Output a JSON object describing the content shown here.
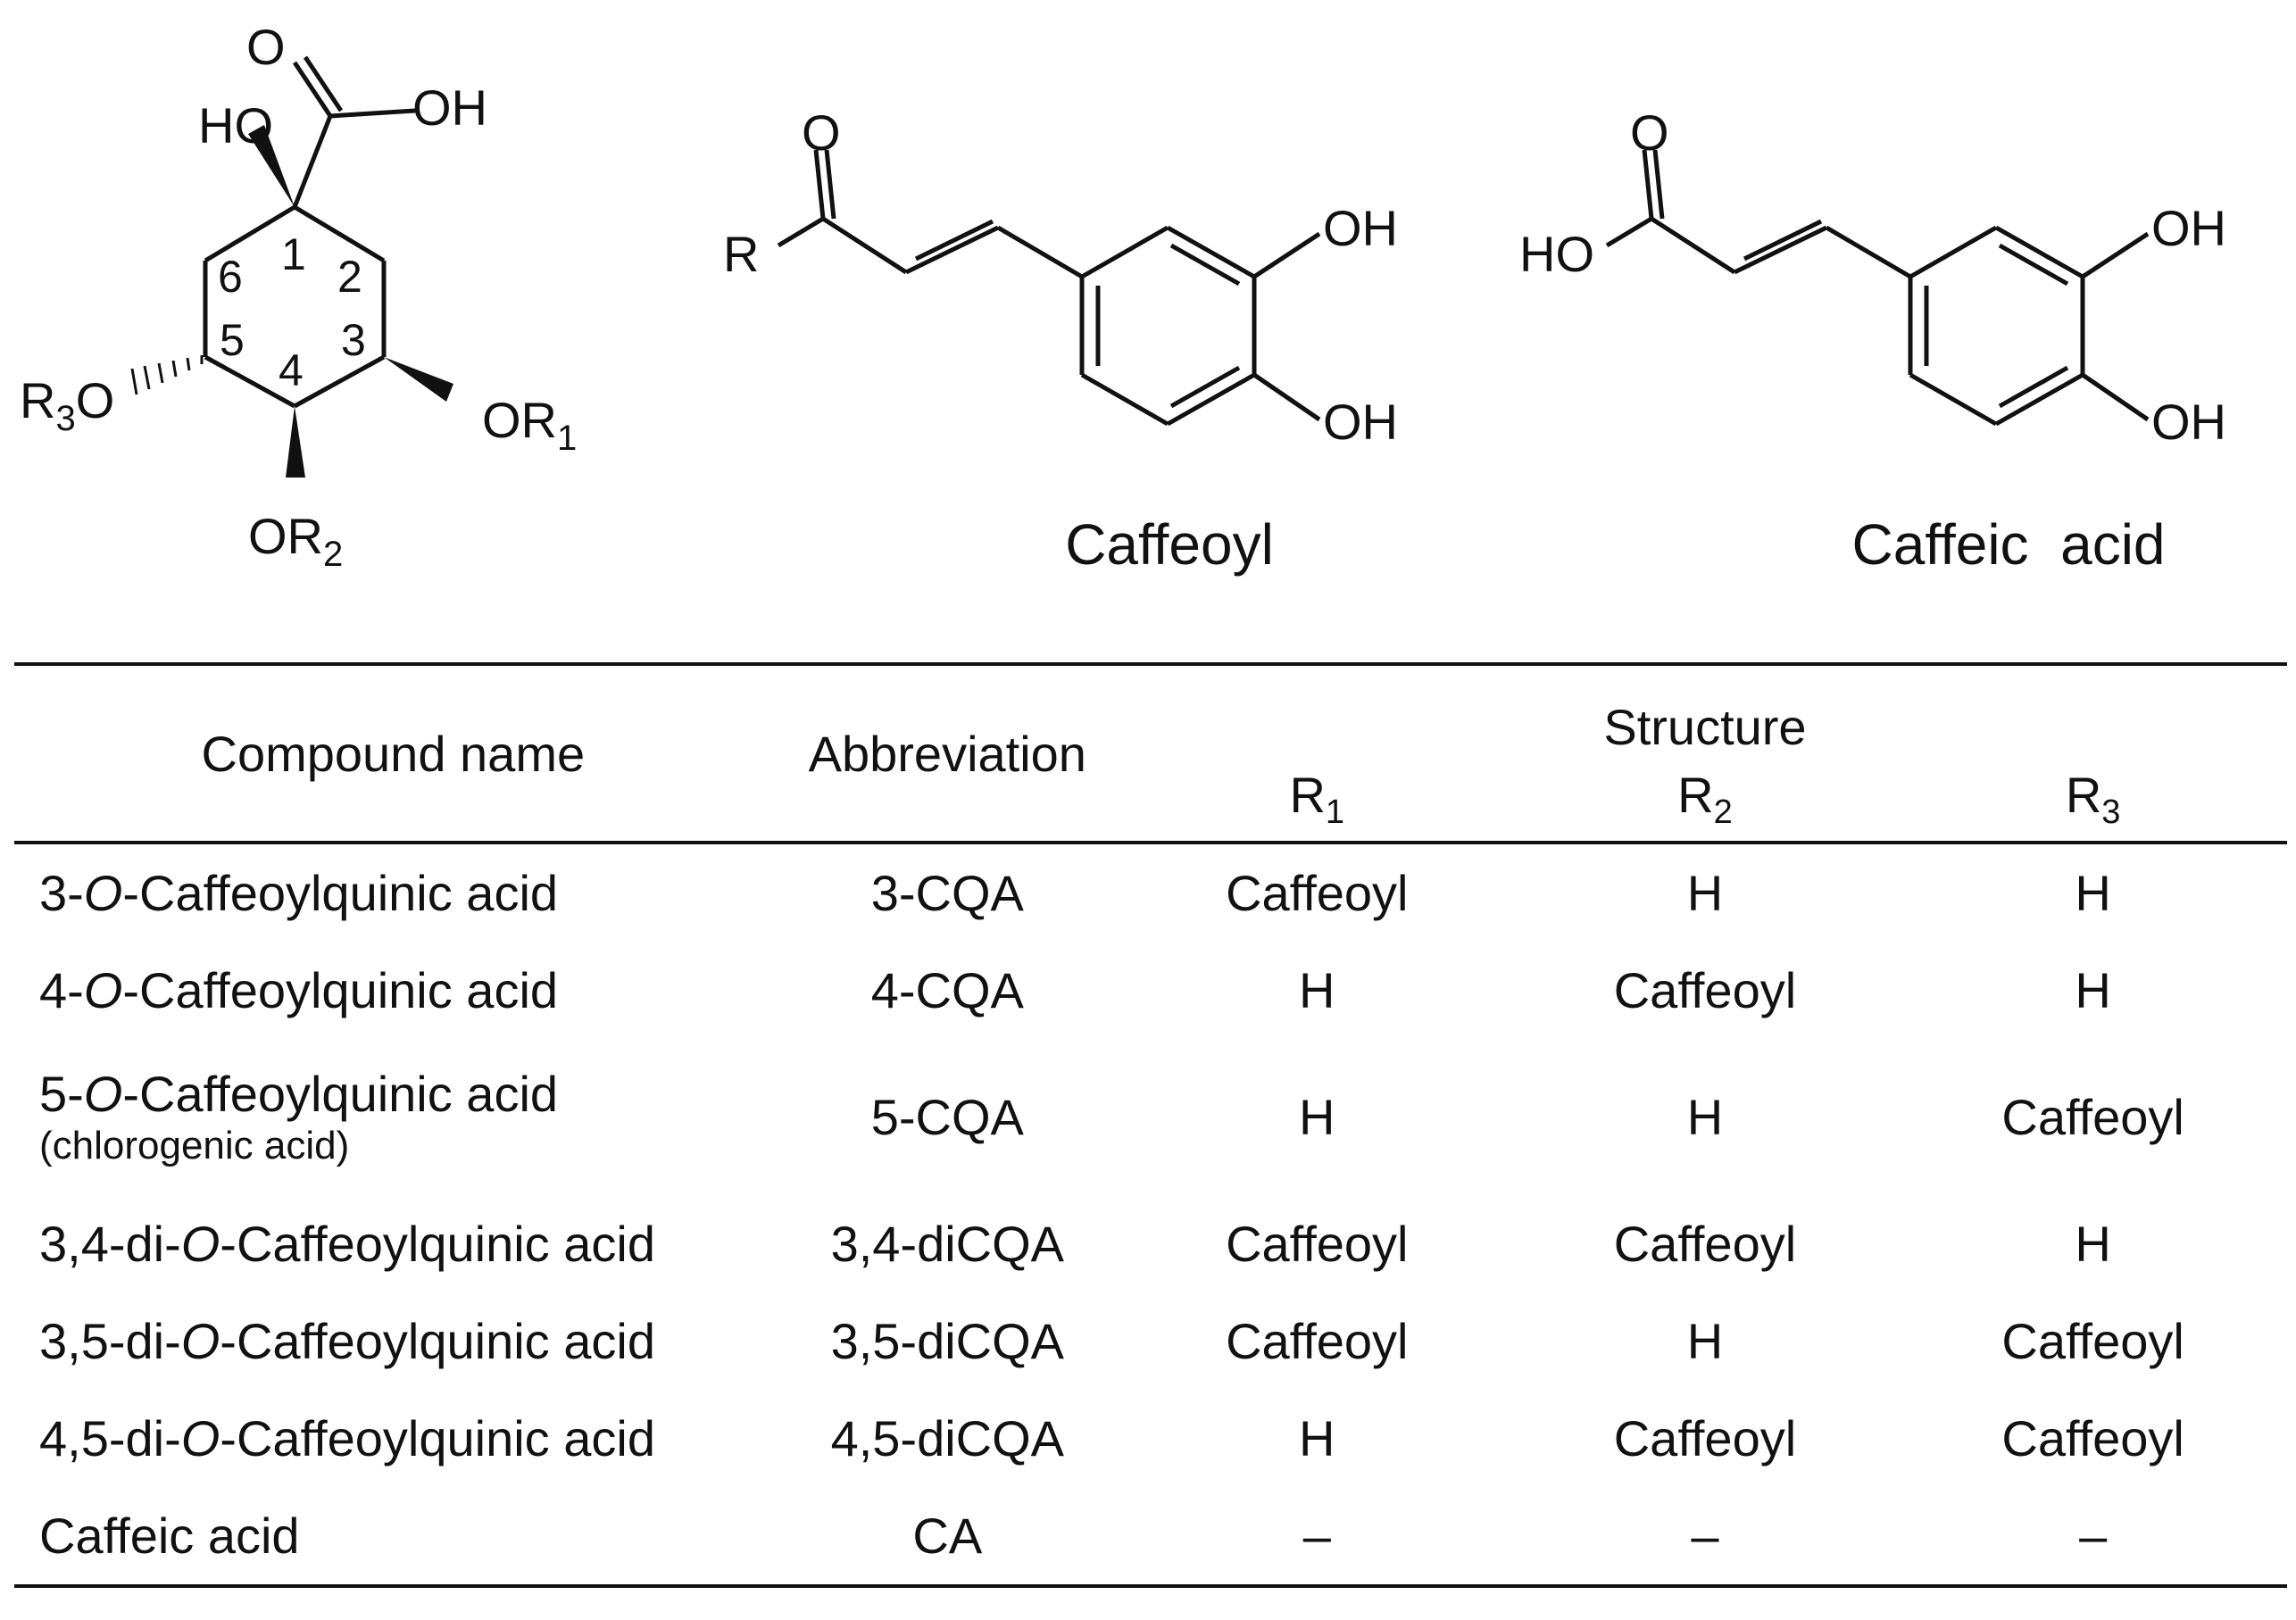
{
  "structures": {
    "quinic": {
      "atoms": {
        "O_carbonyl": "O",
        "OH_acid": "OH",
        "HO": "HO",
        "R3O": "R",
        "R3O_sub": "3",
        "R3O_O": "O",
        "OR1": "OR",
        "OR1_sub": "1",
        "OR2": "OR",
        "OR2_sub": "2"
      },
      "ring_numbers": [
        "1",
        "2",
        "3",
        "4",
        "5",
        "6"
      ]
    },
    "caffeoyl": {
      "atoms": {
        "R": "R",
        "O": "O",
        "OH_top": "OH",
        "OH_bottom": "OH"
      },
      "caption": "Caffeoyl"
    },
    "caffeic_acid": {
      "atoms": {
        "HO": "HO",
        "O": "O",
        "OH_top": "OH",
        "OH_bottom": "OH"
      },
      "caption": "Caffeic  acid"
    }
  },
  "table": {
    "headers": {
      "compound_name": "Compound name",
      "abbreviation": "Abbreviation",
      "structure": "Structure",
      "r1": "R",
      "r1_sub": "1",
      "r2": "R",
      "r2_sub": "2",
      "r3": "R",
      "r3_sub": "3"
    },
    "rows": [
      {
        "name_prefix": "3-",
        "name_italic": "O",
        "name_suffix": "-Caffeoylquinic acid",
        "note": "",
        "abbr": "3-CQA",
        "r1": "Caffeoyl",
        "r2": "H",
        "r3": "H"
      },
      {
        "name_prefix": "4-",
        "name_italic": "O",
        "name_suffix": "-Caffeoylquinic acid",
        "note": "",
        "abbr": "4-CQA",
        "r1": "H",
        "r2": "Caffeoyl",
        "r3": "H"
      },
      {
        "name_prefix": "5-",
        "name_italic": "O",
        "name_suffix": "-Caffeoylquinic acid",
        "note": "(chlorogenic acid)",
        "abbr": "5-CQA",
        "r1": "H",
        "r2": "H",
        "r3": "Caffeoyl"
      },
      {
        "name_prefix": "3,4-di-",
        "name_italic": "O",
        "name_suffix": "-Caffeoylquinic acid",
        "note": "",
        "abbr": "3,4-diCQA",
        "r1": "Caffeoyl",
        "r2": "Caffeoyl",
        "r3": "H"
      },
      {
        "name_prefix": "3,5-di-",
        "name_italic": "O",
        "name_suffix": "-Caffeoylquinic acid",
        "note": "",
        "abbr": "3,5-diCQA",
        "r1": "Caffeoyl",
        "r2": "H",
        "r3": "Caffeoyl"
      },
      {
        "name_prefix": "4,5-di-",
        "name_italic": "O",
        "name_suffix": "-Caffeoylquinic acid",
        "note": "",
        "abbr": "4,5-diCQA",
        "r1": "H",
        "r2": "Caffeoyl",
        "r3": "Caffeoyl"
      },
      {
        "name_prefix": "Caffeic acid",
        "name_italic": "",
        "name_suffix": "",
        "note": "",
        "abbr": "CA",
        "r1": "–",
        "r2": "–",
        "r3": "–"
      }
    ]
  }
}
